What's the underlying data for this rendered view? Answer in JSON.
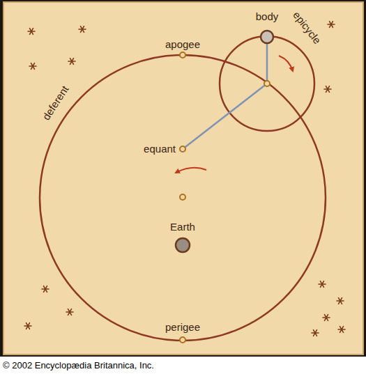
{
  "diagram": {
    "labels": [
      "body",
      "epicycle",
      "apogee",
      "deferent",
      "equant",
      "Earth",
      "perigee",
      "© 2002 Encyclopædia Britannica, Inc."
    ]
  }
}
